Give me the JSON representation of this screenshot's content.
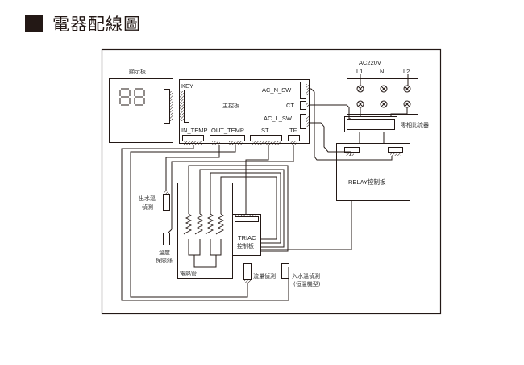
{
  "title": "電器配線圖",
  "diagram": {
    "display_board": {
      "label": "顯示板",
      "digits": "88"
    },
    "main_board": {
      "label": "主控板",
      "ports": {
        "key": "KEY",
        "ac_n_sw": "AC_N_SW",
        "ct": "CT",
        "ac_l_sw": "AC_L_SW",
        "in_temp": "IN_TEMP",
        "out_temp": "OUT_TEMP",
        "st": "ST",
        "tf": "TF"
      }
    },
    "power": {
      "label": "AC220V",
      "terminals": [
        "L1",
        "N",
        "L2"
      ]
    },
    "leakage_breaker": {
      "label": "零相比流器"
    },
    "relay_board": {
      "label": "RELAY控制板"
    },
    "triac_board": {
      "line1": "TRIAC",
      "line2": "控制板"
    },
    "heater": {
      "label": "電熱管",
      "elements": 4
    },
    "sensors": {
      "outlet_temp": {
        "line1": "出水溫",
        "line2": "偵測"
      },
      "thermal_fuse": {
        "line1": "溫度",
        "line2": "保險絲"
      },
      "flow": {
        "label": "流量偵測"
      },
      "inlet_temp": {
        "line1": "入水溫偵測",
        "line2": "(恒溫機型)"
      }
    }
  },
  "colors": {
    "line": "#231815",
    "title_square": "#231815"
  }
}
